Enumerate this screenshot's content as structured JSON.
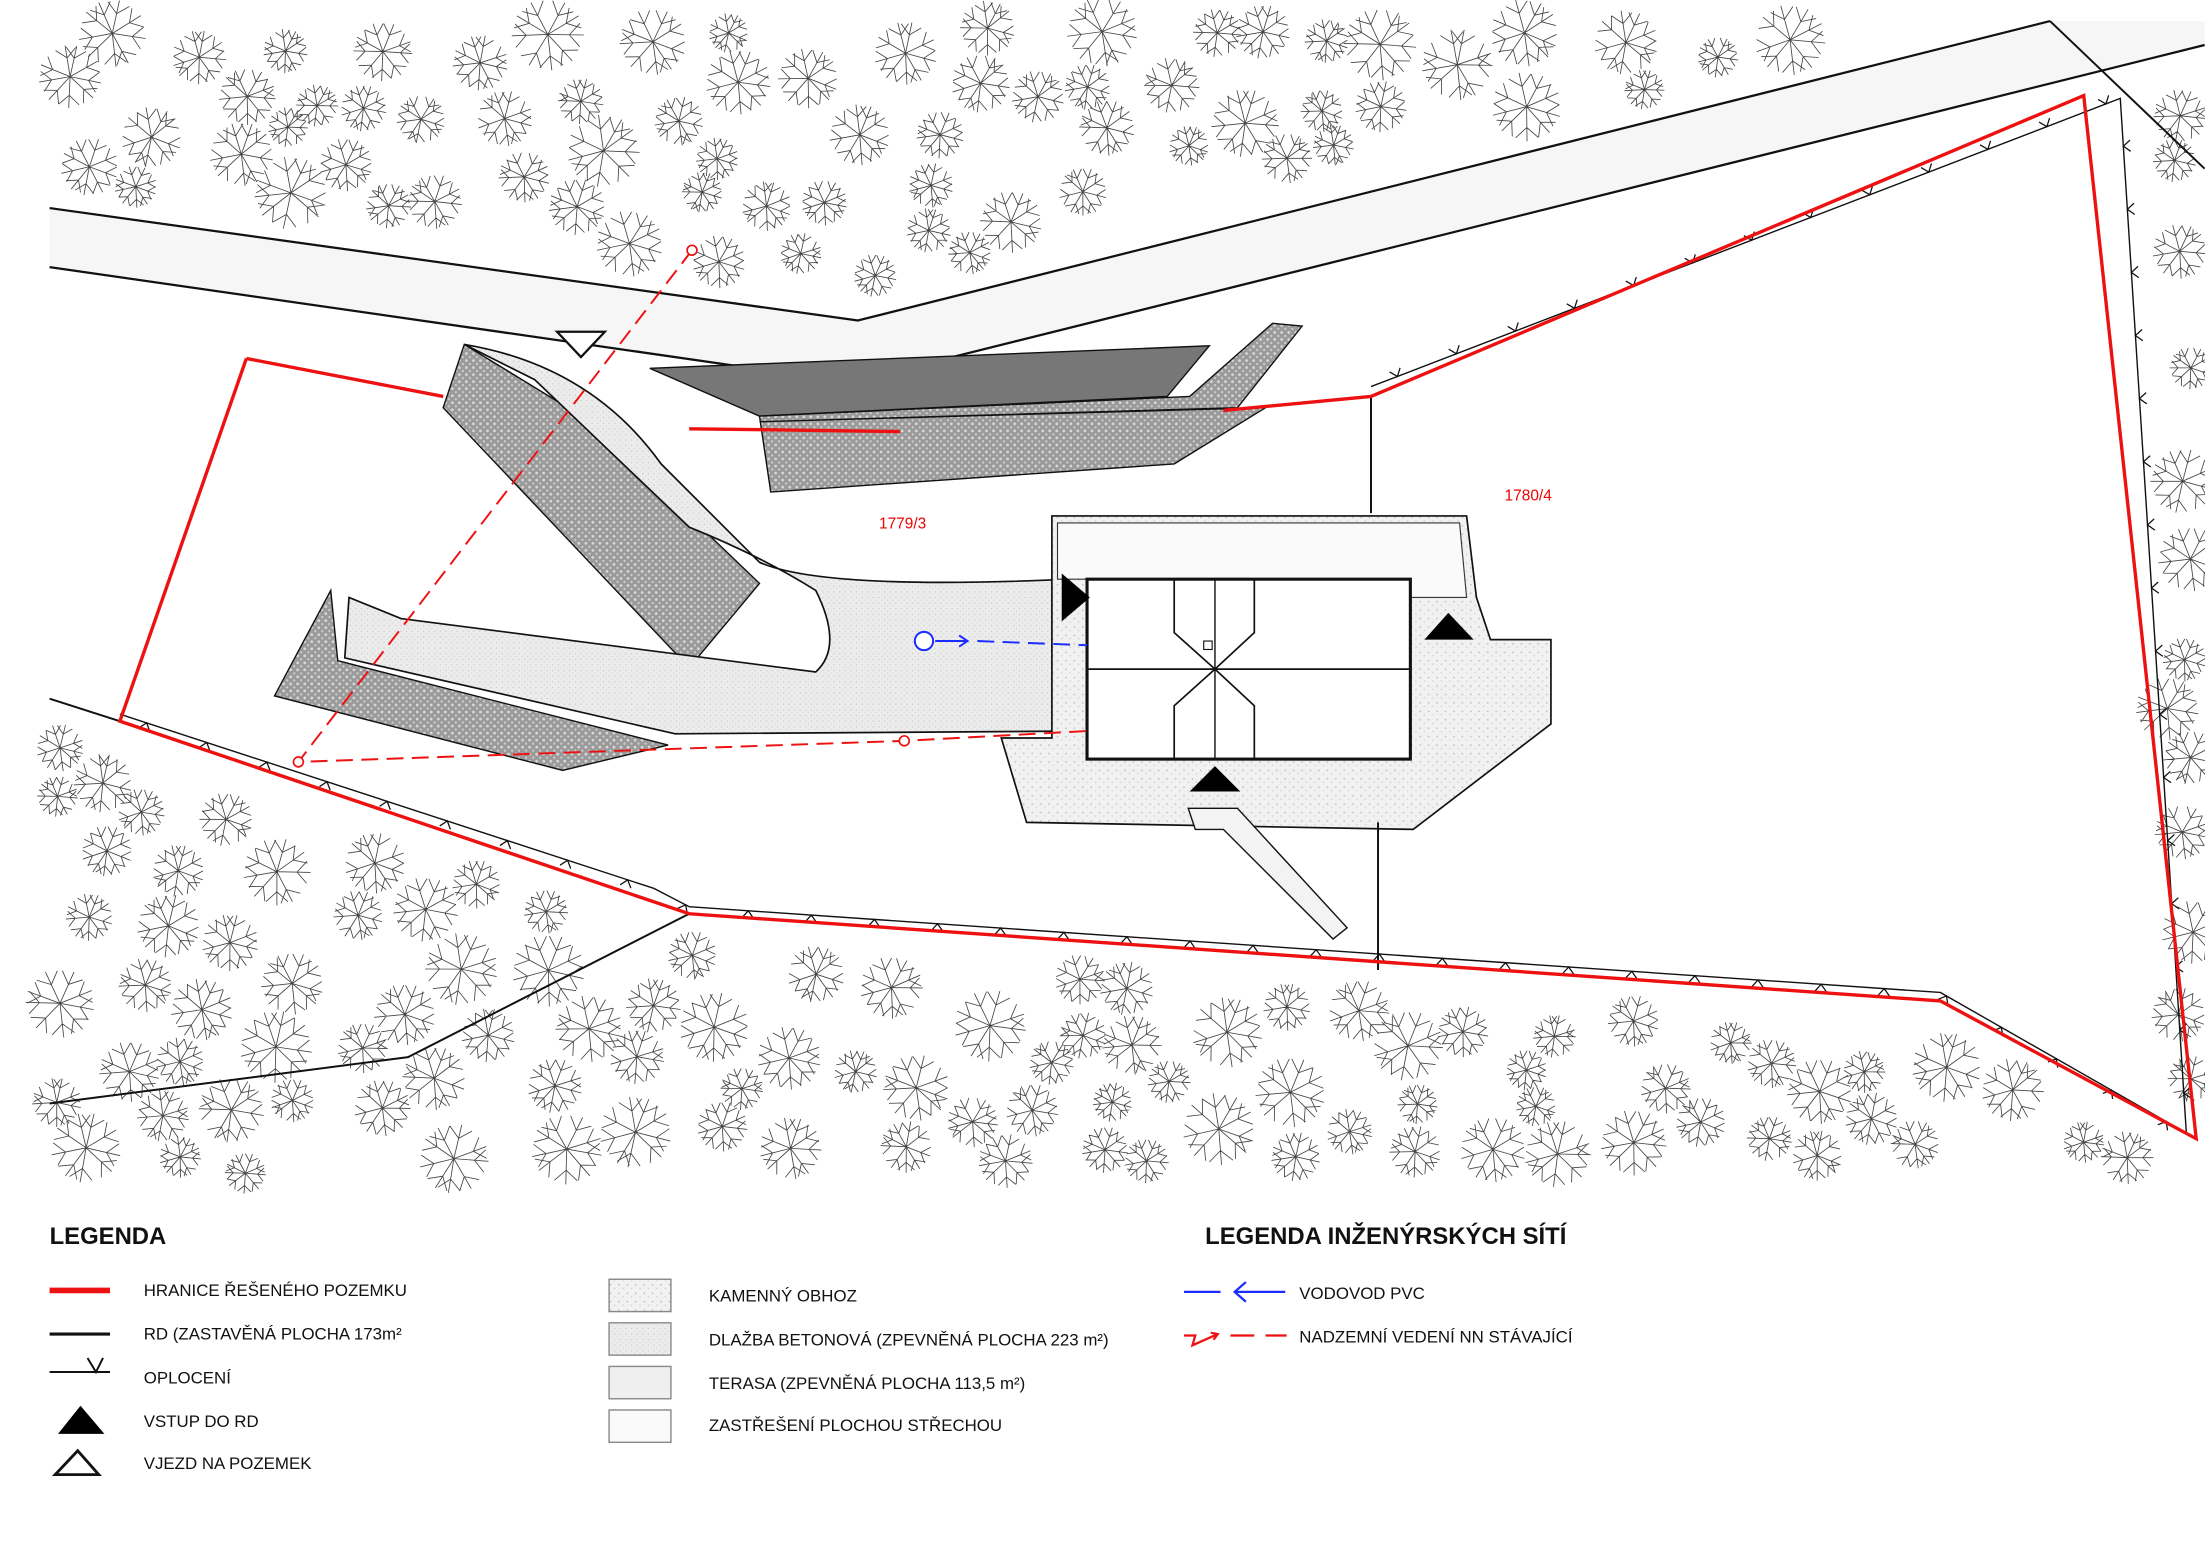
{
  "plan": {
    "parcels": [
      {
        "label": "1779/3"
      },
      {
        "label": "1780/4"
      }
    ],
    "colors": {
      "boundary": "#ee1111",
      "water": "#1a2cff",
      "power": "#ee1111",
      "line": "#111111"
    }
  },
  "legend": {
    "title": "LEGENDA",
    "items": [
      {
        "label": "HRANICE ŘEŠENÉHO POZEMKU",
        "symbol": "red-line"
      },
      {
        "label": "RD (ZASTAVĚNÁ PLOCHA  173m²",
        "symbol": "black-line"
      },
      {
        "label": "OPLOCENÍ",
        "symbol": "fence-line"
      },
      {
        "label": "VSTUP DO RD",
        "symbol": "filled-triangle"
      },
      {
        "label": "VJEZD NA POZEMEK",
        "symbol": "outline-triangle"
      }
    ],
    "surfaces": [
      {
        "label": "KAMENNÝ OBHOZ"
      },
      {
        "label": "DLAŽBA BETONOVÁ  (ZPEVNĚNÁ PLOCHA  223 m²)"
      },
      {
        "label": "TERASA (ZPEVNĚNÁ PLOCHA 113,5 m²)"
      },
      {
        "label": "ZASTŘEŠENÍ PLOCHOU STŘECHOU"
      }
    ]
  },
  "utilities_legend": {
    "title": "LEGENDA INŽENÝRSKÝCH SÍTÍ",
    "items": [
      {
        "label": "VODOVOD PVC",
        "symbol": "blue-arrow-line"
      },
      {
        "label": "NADZEMNÍ VEDENÍ NN STÁVAJÍCÍ",
        "symbol": "red-dashed-zigzag"
      }
    ]
  }
}
